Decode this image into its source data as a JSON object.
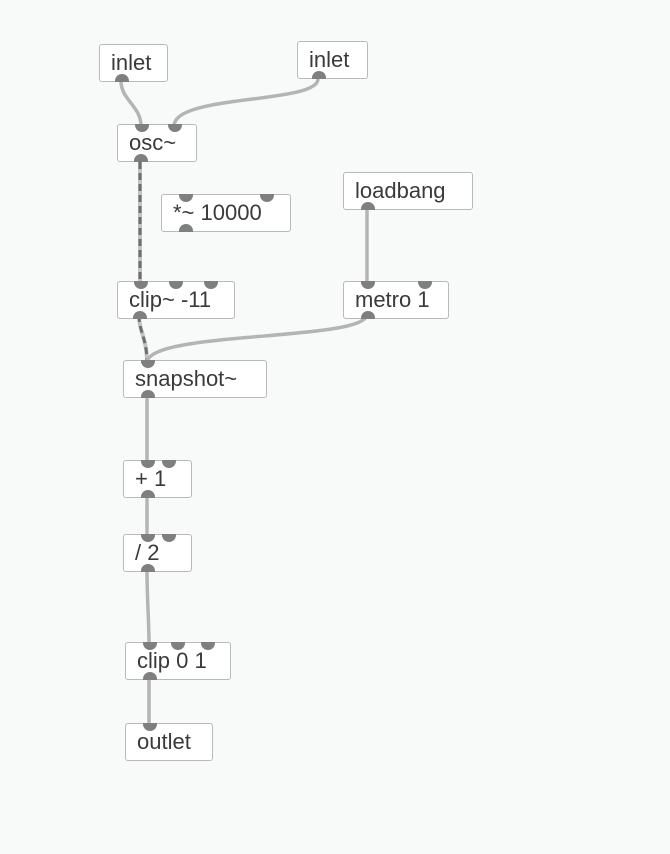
{
  "patch": {
    "objects": {
      "inlet_left": "inlet",
      "inlet_right": "inlet",
      "osc": "osc~",
      "multiply": "*~ 10000",
      "loadbang": "loadbang",
      "clip_signal": "clip~ -11",
      "metro": "metro 1",
      "snapshot": "snapshot~",
      "plus": "+ 1",
      "divide": "/ 2",
      "clip_control": "clip 0 1",
      "outlet": "outlet"
    }
  },
  "colors": {
    "canvas_background": "#f8f9f9",
    "object_border": "#b9b9b9",
    "port": "#7f7f7f",
    "control_cord": "#b4b4b4",
    "signal_cord": "#6f6f6f"
  }
}
